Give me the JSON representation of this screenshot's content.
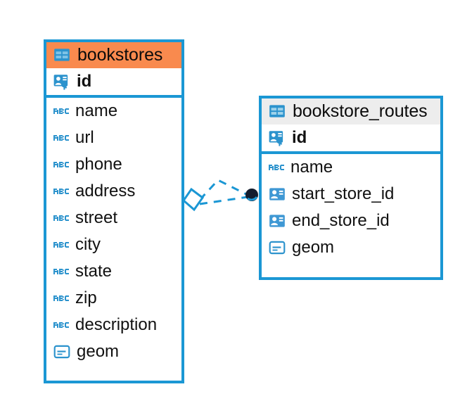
{
  "diagram": {
    "type": "er-diagram",
    "background": "#ffffff",
    "border_color": "#1b97d4",
    "entities": [
      {
        "id": "bookstores",
        "name": "bookstores",
        "header_color": "#f98a4e",
        "header_icon": "table-icon",
        "primary_key": {
          "name": "id",
          "icon": "primary-key-icon",
          "type": "pk"
        },
        "fields": [
          {
            "name": "name",
            "icon": "string-type-icon",
            "type": "string"
          },
          {
            "name": "url",
            "icon": "string-type-icon",
            "type": "string"
          },
          {
            "name": "phone",
            "icon": "string-type-icon",
            "type": "string"
          },
          {
            "name": "address",
            "icon": "string-type-icon",
            "type": "string"
          },
          {
            "name": "street",
            "icon": "string-type-icon",
            "type": "string"
          },
          {
            "name": "city",
            "icon": "string-type-icon",
            "type": "string"
          },
          {
            "name": "state",
            "icon": "string-type-icon",
            "type": "string"
          },
          {
            "name": "zip",
            "icon": "string-type-icon",
            "type": "string"
          },
          {
            "name": "description",
            "icon": "string-type-icon",
            "type": "string"
          },
          {
            "name": "geom",
            "icon": "geometry-type-icon",
            "type": "geometry"
          }
        ]
      },
      {
        "id": "bookstore_routes",
        "name": "bookstore_routes",
        "header_color": "#ededed",
        "header_icon": "table-icon",
        "primary_key": {
          "name": "id",
          "icon": "primary-key-icon",
          "type": "pk"
        },
        "fields": [
          {
            "name": "name",
            "icon": "string-type-icon",
            "type": "string"
          },
          {
            "name": "start_store_id",
            "icon": "foreign-key-icon",
            "type": "fk"
          },
          {
            "name": "end_store_id",
            "icon": "foreign-key-icon",
            "type": "fk"
          },
          {
            "name": "geom",
            "icon": "geometry-type-icon",
            "type": "geometry"
          }
        ]
      }
    ],
    "relationship": {
      "name": "bookstores-to-bookstore_routes",
      "style": "dashed",
      "color": "#1b97d4",
      "source_marker": "diamond-outline",
      "target_marker": "filled-circle",
      "target_marker_color": "#101a2b",
      "branches": 2
    }
  }
}
